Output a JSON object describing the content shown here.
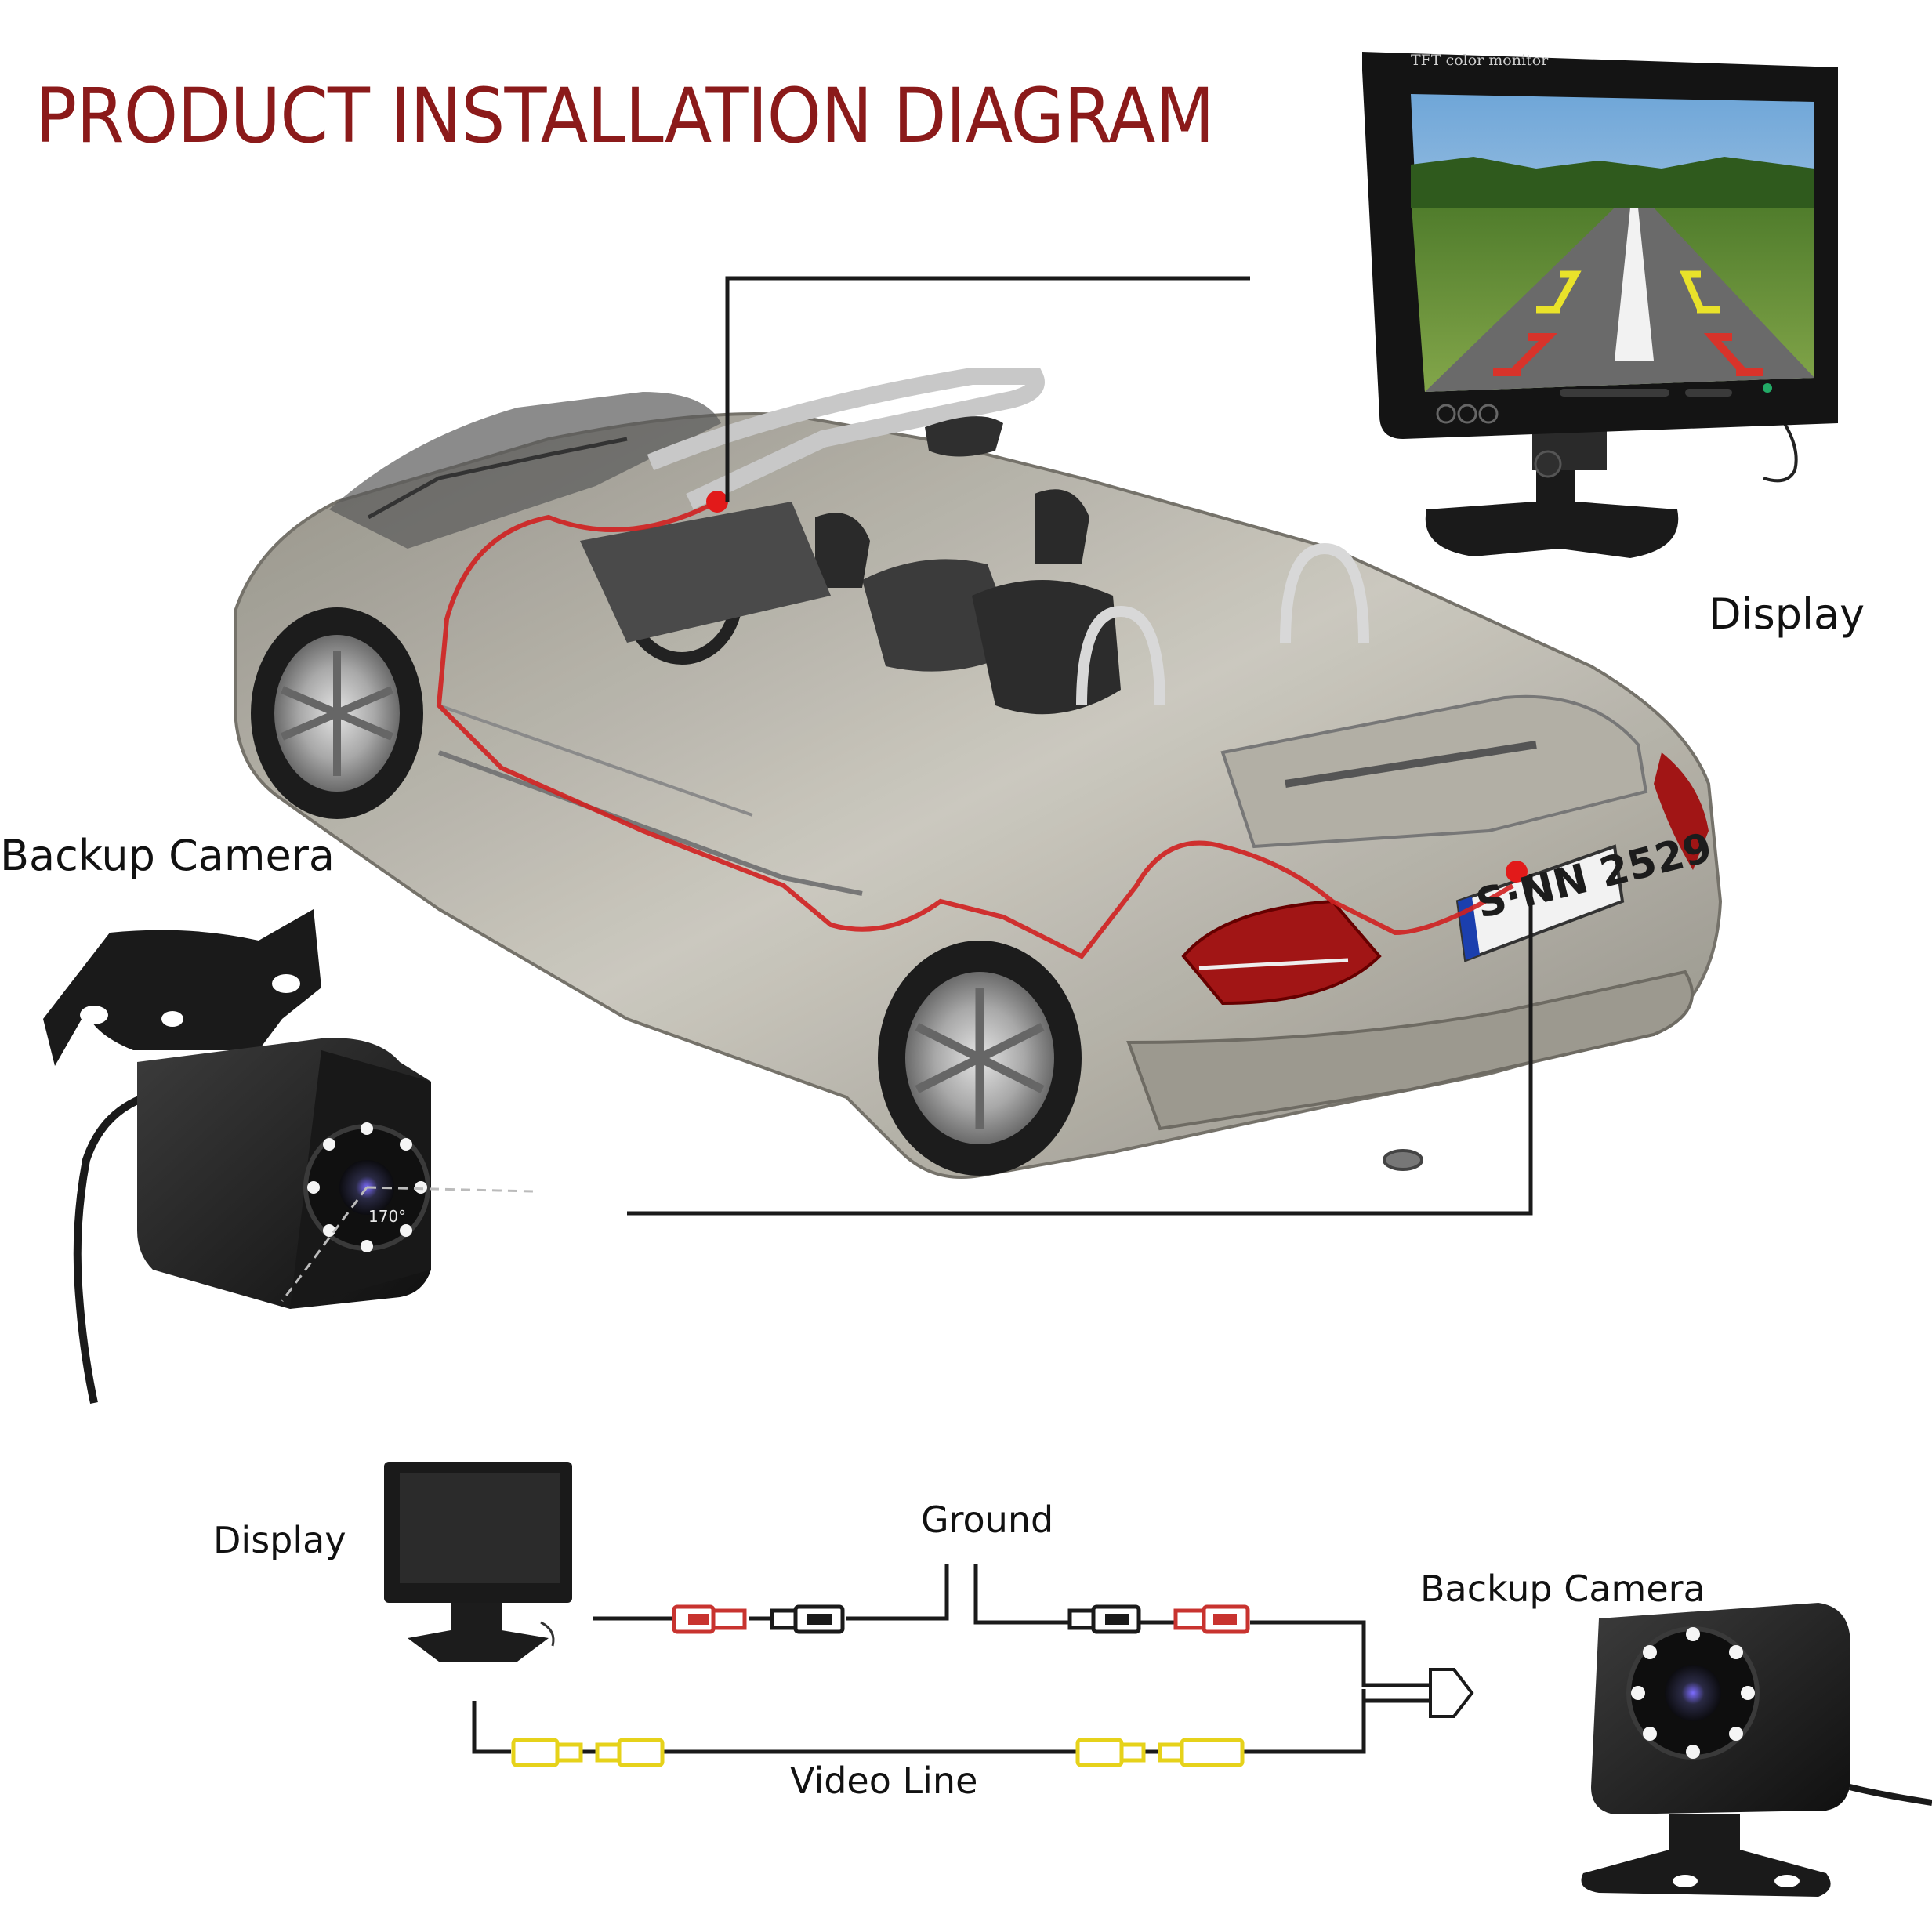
{
  "title": "PRODUCT INSTALLATION DIAGRAM",
  "colors": {
    "title": "#8b1a1a",
    "wire_red": "#c8332f",
    "wire_yellow": "#e6d21a",
    "line": "#1a1a1a",
    "car_body": "#a9a69b"
  },
  "top_section": {
    "display_label": "Display",
    "camera_label": "Backup Camera",
    "monitor_brand": "TFT color monitor",
    "plate_text": "S·NN 2529",
    "viewing_angle": "170°"
  },
  "wiring_diagram": {
    "display_label": "Display",
    "ground_label": "Ground",
    "camera_label": "Backup Camera",
    "video_label": "Video Line"
  }
}
